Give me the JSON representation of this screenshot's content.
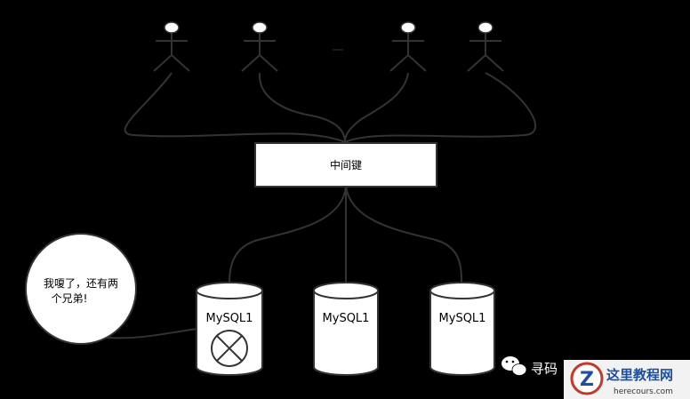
{
  "diagram": {
    "middleware_label": "中间键",
    "ellipsis": "—",
    "databases": [
      {
        "label": "MySQL1",
        "status": "down"
      },
      {
        "label": "MySQL1",
        "status": "up"
      },
      {
        "label": "MySQL1",
        "status": "up"
      }
    ],
    "speech_bubble": {
      "line1": "我嗄了，还有两",
      "line2": "个兄弟!"
    }
  },
  "watermark": {
    "wechat_text": "寻码",
    "site_name": "这里教程网",
    "site_url": "herecours.com"
  },
  "colors": {
    "background": "#000000",
    "stroke": "#333333",
    "fill": "#ffffff"
  }
}
